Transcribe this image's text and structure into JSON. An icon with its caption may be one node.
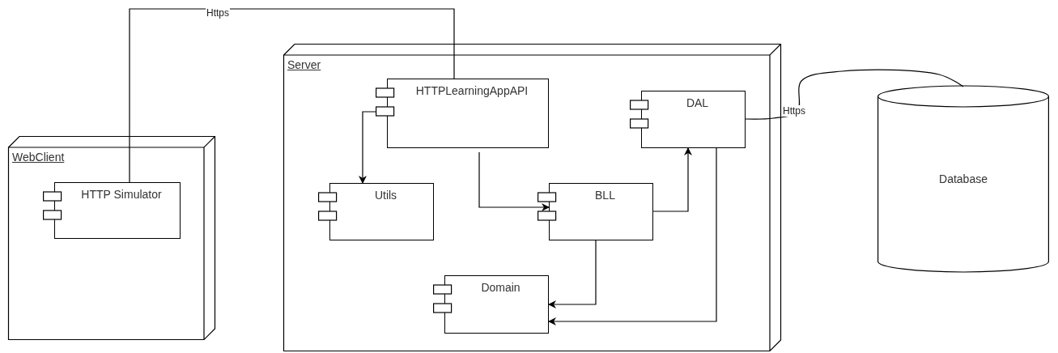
{
  "diagram": {
    "nodes": [
      {
        "text": [
          "WebClient"
        ]
      },
      {
        "text": [
          "HTTP Simulator"
        ],
        "in": 0
      },
      {
        "text": [
          "Server"
        ]
      },
      {
        "text": [
          "HTTPLearningAppAPI"
        ],
        "in": 2
      },
      {
        "text": [
          "DAL"
        ],
        "in": 2
      },
      {
        "text": [
          "Utils"
        ],
        "in": 2
      },
      {
        "text": [
          "BLL"
        ],
        "in": 2
      },
      {
        "text": [
          "Domain"
        ],
        "in": 2
      },
      {
        "text": [
          "Database"
        ]
      }
    ],
    "edges": [
      {
        "from": 1,
        "to": 3,
        "arrow": "none",
        "label": "Https"
      },
      {
        "from": 3,
        "to": 5,
        "arrow": "to"
      },
      {
        "from": 3,
        "to": 6,
        "arrow": "to"
      },
      {
        "from": 6,
        "to": 4,
        "arrow": "to"
      },
      {
        "from": 6,
        "to": 7,
        "arrow": "to"
      },
      {
        "from": 4,
        "to": 7,
        "arrow": "to"
      },
      {
        "from": 4,
        "to": 8,
        "arrow": "none",
        "label": "Https"
      }
    ]
  }
}
